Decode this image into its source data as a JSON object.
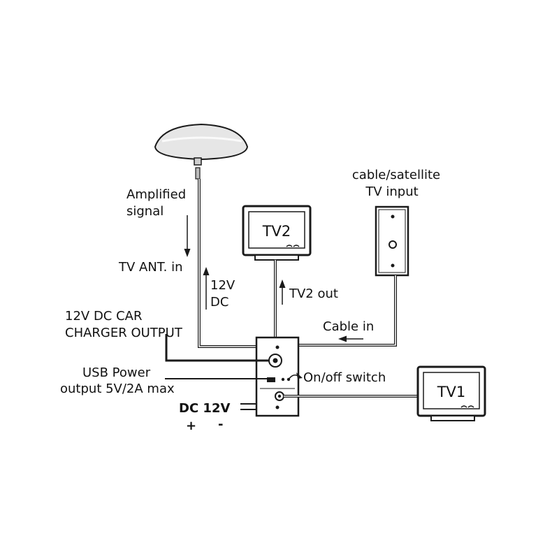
{
  "labels": {
    "amplified_line1": "Amplified",
    "amplified_line2": "signal",
    "tv_ant_in": "TV ANT. in",
    "twelve_v": "12V",
    "dc": "DC",
    "tv2_screen": "TV2",
    "tv2_out": "TV2 out",
    "cable_satellite_line1": "cable/satellite",
    "cable_satellite_line2": "TV input",
    "cable_in": "Cable in",
    "car_charger_line1": "12V DC CAR",
    "car_charger_line2": "CHARGER OUTPUT",
    "usb_line1": "USB Power",
    "usb_line2": "output 5V/2A max",
    "on_off_switch": "On/off switch",
    "dc_12v": "DC 12V",
    "plus": "+",
    "minus": "-",
    "tv1_screen": "TV1"
  },
  "colors": {
    "ink": "#1a1a1a",
    "background": "#ffffff",
    "antenna_fill": "#e6e6e6"
  }
}
